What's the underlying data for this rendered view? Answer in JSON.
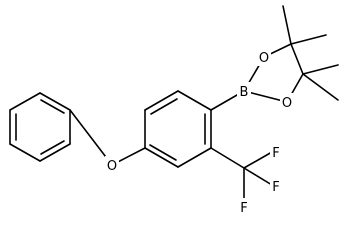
{
  "molecule": {
    "atoms": {
      "boron": "B",
      "oxygen_ring_top": "O",
      "oxygen_ring_bottom": "O",
      "oxygen_ether": "O",
      "fluorine_1": "F",
      "fluorine_2": "F",
      "fluorine_3": "F"
    }
  }
}
